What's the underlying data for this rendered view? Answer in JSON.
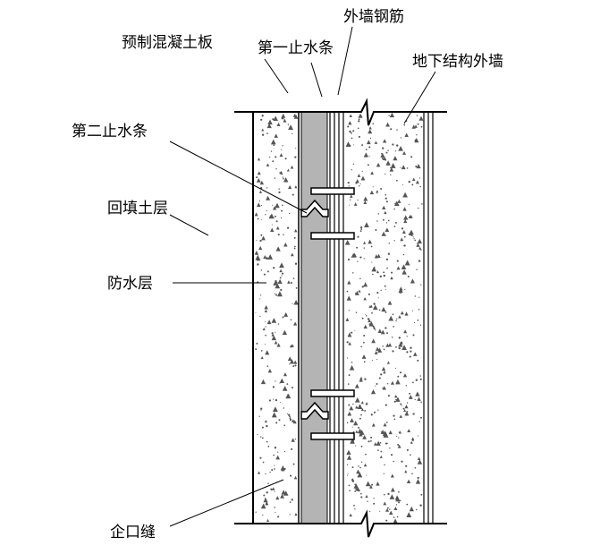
{
  "labels": {
    "precast_slab": "预制混凝土板",
    "first_waterstop": "第一止水条",
    "outer_rebar": "外墙钢筋",
    "basement_wall": "地下结构外墙",
    "second_waterstop": "第二止水条",
    "backfill": "回填土层",
    "waterproof_layer": "防水层",
    "tongue_groove_joint": "企口缝"
  },
  "colors": {
    "line": "#000000",
    "waterproof_fill": "#b4b4b4",
    "background": "#ffffff"
  }
}
